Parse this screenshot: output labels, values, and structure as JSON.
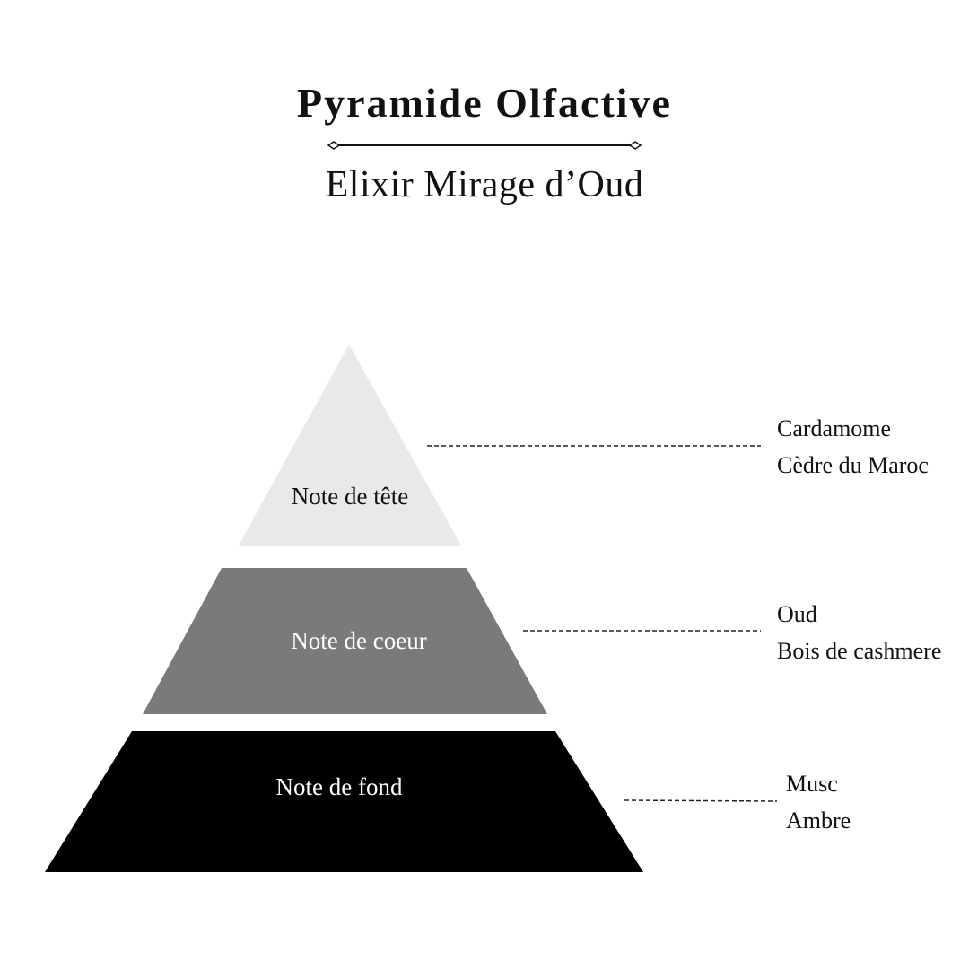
{
  "header": {
    "title": "Pyramide Olfactive",
    "subtitle": "Elixir Mirage d’Oud"
  },
  "pyramid": {
    "tiers": [
      {
        "label": "Note de tête",
        "fill": "#e9e9e9",
        "label_color": "#111111",
        "notes": [
          "Cardamome",
          "Cèdre du Maroc"
        ]
      },
      {
        "label": "Note de coeur",
        "fill": "#7a7a7a",
        "label_color": "#ffffff",
        "notes": [
          "Oud",
          "Bois de cashmere"
        ]
      },
      {
        "label": "Note de fond",
        "fill": "#000000",
        "label_color": "#ffffff",
        "notes": [
          "Musc",
          "Ambre"
        ]
      }
    ]
  }
}
